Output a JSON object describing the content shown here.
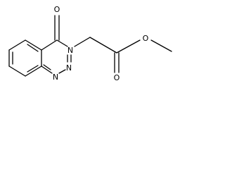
{
  "molecule": {
    "atoms": {
      "ketone_oxygen": "O",
      "ring_n3": "N",
      "ring_n2": "N",
      "ring_n1": "N",
      "carbonyl_oxygen": "O",
      "ester_oxygen": "O"
    }
  }
}
